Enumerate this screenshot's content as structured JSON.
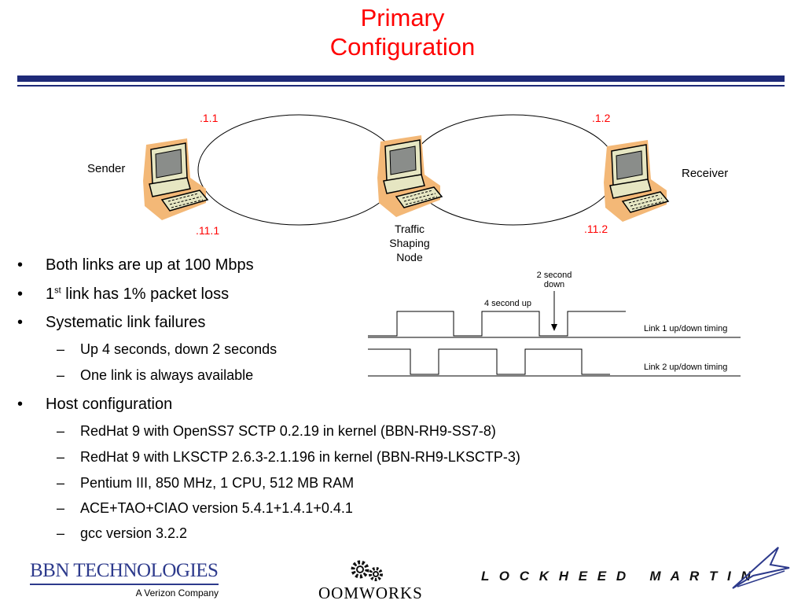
{
  "slide": {
    "title_line1": "Primary",
    "title_line2": "Configuration"
  },
  "diagram": {
    "sender_label": "Sender",
    "receiver_label": "Receiver",
    "node_label_1": "Traffic",
    "node_label_2": "Shaping",
    "node_label_3": "Node",
    "ip_top_left": ".1.1",
    "ip_top_right": ".1.2",
    "ip_bottom_left": ".11.1",
    "ip_bottom_right": ".11.2"
  },
  "timing": {
    "down_label_1": "2 second",
    "down_label_2": "down",
    "up_label": "4 second up",
    "link1_label": "Link 1 up/down timing",
    "link2_label": "Link 2 up/down timing"
  },
  "bullets": {
    "b1": "Both links are up at 100 Mbps",
    "b2_pre": "1",
    "b2_sup": "st",
    "b2_post": " link has 1% packet loss",
    "b3": "Systematic link failures",
    "b3_sub1": "Up 4 seconds, down 2 seconds",
    "b3_sub2": "One link is always available",
    "b4": "Host configuration",
    "b4_sub1": "RedHat 9 with OpenSS7 SCTP 0.2.19 in kernel (BBN-RH9-SS7-8)",
    "b4_sub2": "RedHat 9 with LKSCTP 2.6.3-2.1.196 in kernel (BBN-RH9-LKSCTP-3)",
    "b4_sub3": "Pentium III, 850 MHz, 1 CPU, 512 MB RAM",
    "b4_sub4": "ACE+TAO+CIAO version 5.4.1+1.4.1+0.4.1",
    "b4_sub5": "gcc version 3.2.2"
  },
  "logos": {
    "bbn_main": "BBN TECHNOLOGIES",
    "bbn_sub": "A Verizon Company",
    "oomworks": "OOMWORKS",
    "lockheed": "L O C K H E E D   M A R T I N"
  },
  "colors": {
    "title": "#ff0000",
    "ip_labels": "#ff0000",
    "rule": "#1e2a78",
    "computer_body": "#e8e8c8",
    "computer_shadow": "#f0b070"
  }
}
